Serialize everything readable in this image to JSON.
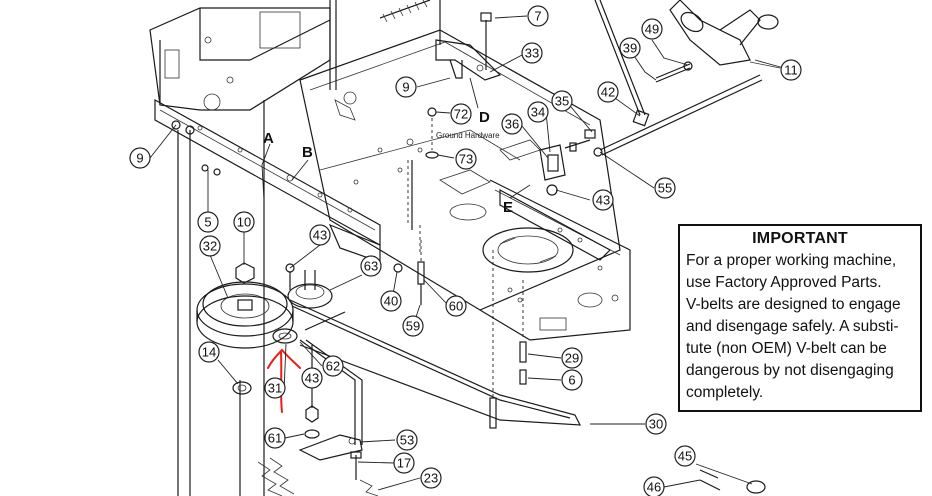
{
  "callouts": [
    {
      "id": "c7",
      "label": "7"
    },
    {
      "id": "c33",
      "label": "33"
    },
    {
      "id": "c49",
      "label": "49"
    },
    {
      "id": "c39",
      "label": "39"
    },
    {
      "id": "c11",
      "label": "11"
    },
    {
      "id": "c42",
      "label": "42"
    },
    {
      "id": "c9a",
      "label": "9"
    },
    {
      "id": "c72",
      "label": "72"
    },
    {
      "id": "c34",
      "label": "34"
    },
    {
      "id": "c35",
      "label": "35"
    },
    {
      "id": "c36",
      "label": "36"
    },
    {
      "id": "c73",
      "label": "73"
    },
    {
      "id": "c55",
      "label": "55"
    },
    {
      "id": "c9b",
      "label": "9"
    },
    {
      "id": "c43a",
      "label": "43"
    },
    {
      "id": "c5",
      "label": "5"
    },
    {
      "id": "c10",
      "label": "10"
    },
    {
      "id": "c43b",
      "label": "43"
    },
    {
      "id": "c32",
      "label": "32"
    },
    {
      "id": "c63",
      "label": "63"
    },
    {
      "id": "c40",
      "label": "40"
    },
    {
      "id": "c60",
      "label": "60"
    },
    {
      "id": "c59",
      "label": "59"
    },
    {
      "id": "c14",
      "label": "14"
    },
    {
      "id": "c62",
      "label": "62"
    },
    {
      "id": "c29",
      "label": "29"
    },
    {
      "id": "c31",
      "label": "31"
    },
    {
      "id": "c43c",
      "label": "43"
    },
    {
      "id": "c6",
      "label": "6"
    },
    {
      "id": "c30",
      "label": "30"
    },
    {
      "id": "c61",
      "label": "61"
    },
    {
      "id": "c53",
      "label": "53"
    },
    {
      "id": "c17",
      "label": "17"
    },
    {
      "id": "c23",
      "label": "23"
    },
    {
      "id": "c45",
      "label": "45"
    },
    {
      "id": "c46",
      "label": "46"
    }
  ],
  "letters": {
    "A": "A",
    "B": "B",
    "D": "D",
    "E": "E"
  },
  "ground_hardware": "Ground Hardware",
  "important": {
    "title": "IMPORTANT",
    "lines": [
      "For a proper working machine,",
      "use Factory Approved Parts.",
      "V-belts are designed to engage",
      "and disengage safely. A substi-",
      "tute (non OEM) V-belt can be",
      "dangerous by not disengaging",
      "completely."
    ]
  },
  "colors": {
    "annotation": "#e8201a",
    "ink": "#1a1a1a"
  }
}
